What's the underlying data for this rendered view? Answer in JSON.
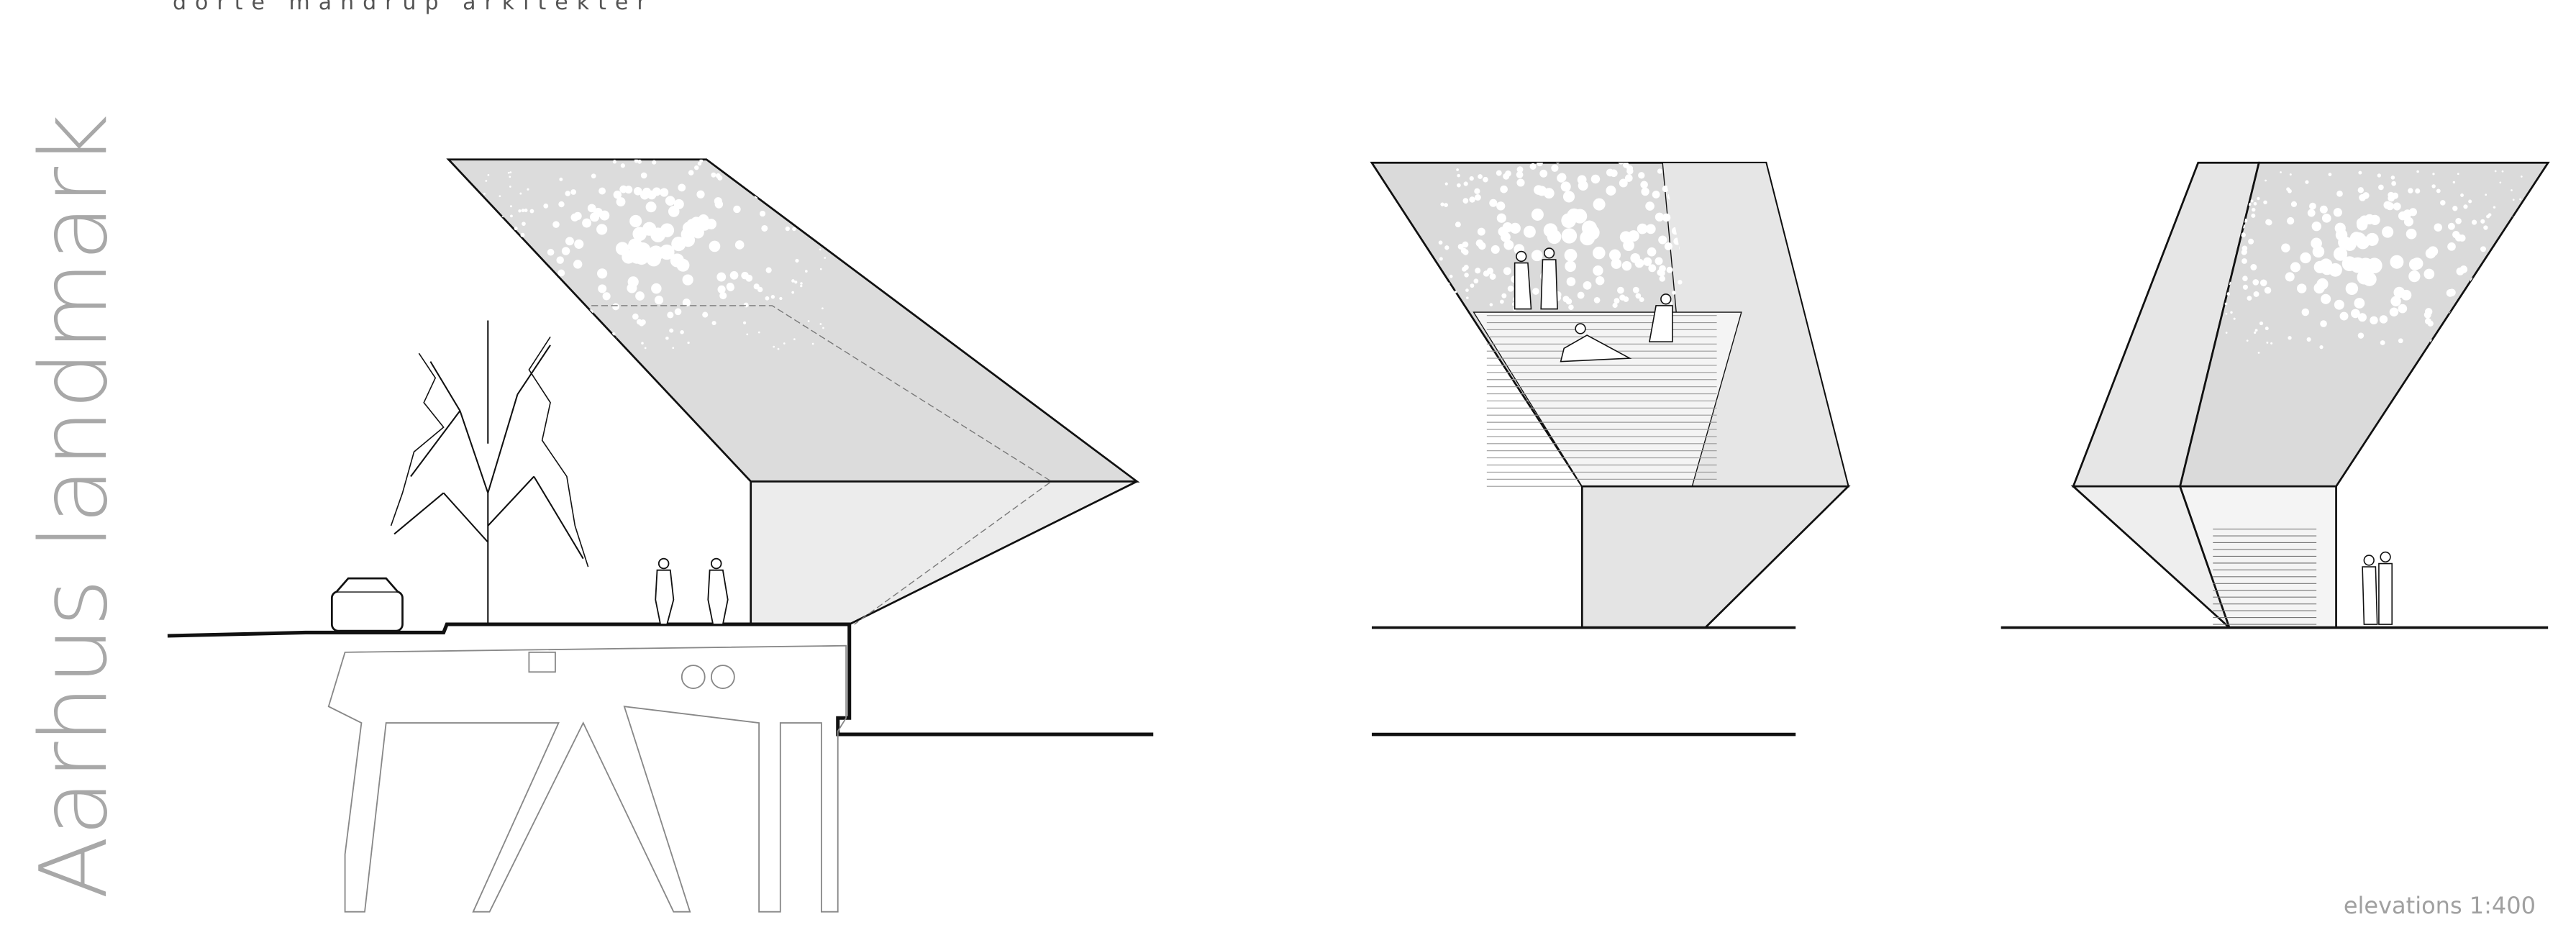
{
  "header": {
    "firm": "dorte mandrup arkitekter"
  },
  "title": "Aarhus landmark",
  "caption": "elevations 1:400",
  "colors": {
    "panel": "#dcdcdc",
    "panel_dark": "#c8c8c8",
    "line": "#111111",
    "text": "#a8a8a8"
  }
}
